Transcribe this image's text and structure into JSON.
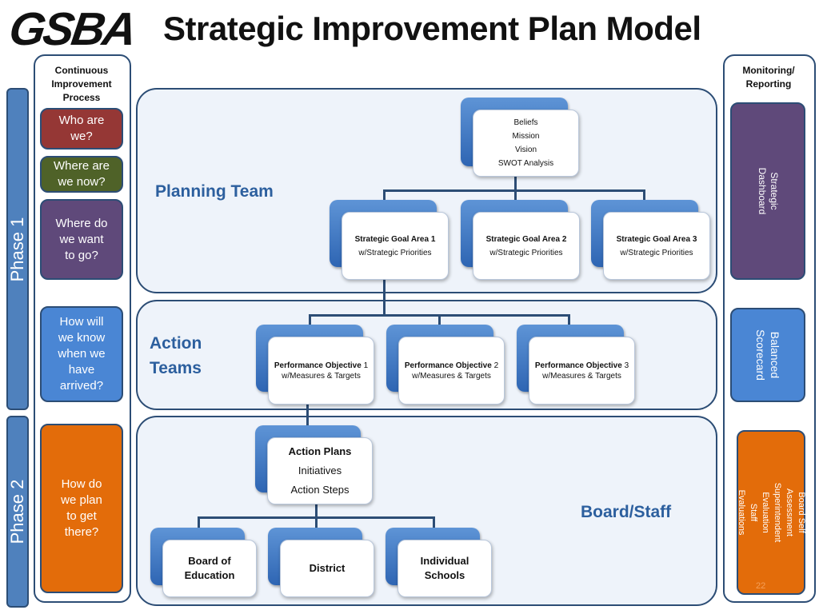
{
  "header": {
    "logo": "GSBA",
    "title": "Strategic Improvement Plan Model"
  },
  "left_column": {
    "heading": "Continuous\nImprovement\nProcess",
    "items": [
      {
        "label": "Who are\nwe?",
        "color": "#953735"
      },
      {
        "label": "Where are\nwe now?",
        "color": "#4f6228"
      },
      {
        "label": "Where do\nwe want\nto go?",
        "color": "#5f497a"
      },
      {
        "label": "How will\nwe know\nwhen we\nhave\narrived?",
        "color": "#4a86d4"
      },
      {
        "label": "How do\nwe plan\nto get\nthere?",
        "color": "#e36c0a"
      }
    ]
  },
  "phases": {
    "phase1": "Phase 1",
    "phase2": "Phase 2"
  },
  "bands": {
    "planning": {
      "label": "Planning Team"
    },
    "action": {
      "label": "Action\nTeams"
    },
    "board": {
      "label": "Board/Staff"
    }
  },
  "top_box": {
    "lines": [
      "Beliefs",
      "Mission",
      "Vision",
      "SWOT Analysis"
    ]
  },
  "goal_areas": [
    {
      "title": "Strategic Goal Area 1",
      "subtitle": "w/Strategic Priorities"
    },
    {
      "title": "Strategic Goal Area 2",
      "subtitle": "w/Strategic Priorities"
    },
    {
      "title": "Strategic Goal Area 3",
      "subtitle": "w/Strategic Priorities"
    }
  ],
  "objectives": [
    {
      "title": "Performance Objective",
      "num": " 1",
      "subtitle": "w/Measures & Targets"
    },
    {
      "title": "Performance Objective",
      "num": " 2",
      "subtitle": "w/Measures & Targets"
    },
    {
      "title": "Performance Objective",
      "num": " 3",
      "subtitle": "w/Measures & Targets"
    }
  ],
  "action_plans": {
    "title": "Action Plans",
    "line2": "Initiatives",
    "line3": "Action Steps"
  },
  "levels": [
    {
      "label": "Board of\nEducation"
    },
    {
      "label": "District"
    },
    {
      "label": "Individual\nSchools"
    }
  ],
  "right_column": {
    "heading": "Monitoring/\nReporting",
    "items": [
      {
        "label": "Strategic Dashboard",
        "color": "#5f497a"
      },
      {
        "label": "Balanced\nScorecard",
        "color": "#4a86d4"
      },
      {
        "label": "Board Self Assessment\nSuperintendent Evaluation\nStaff Evaluations",
        "color": "#e36c0a"
      }
    ]
  },
  "page_number": "22"
}
